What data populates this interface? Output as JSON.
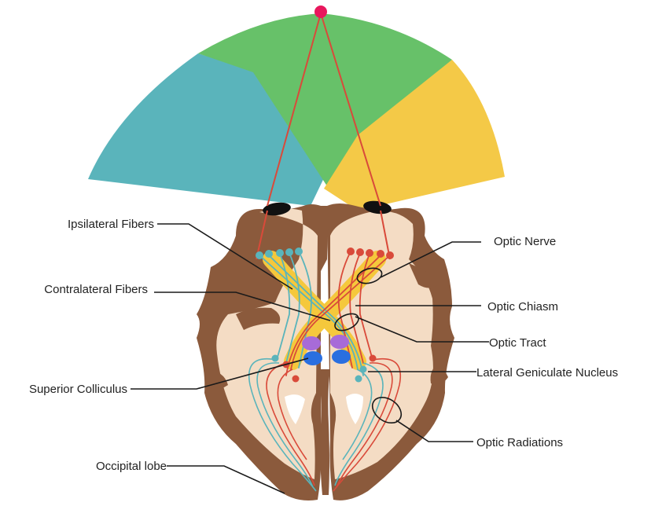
{
  "labels": {
    "ipsilateral_fibers": "Ipsilateral Fibers",
    "contralateral_fibers": "Contralateral Fibers",
    "superior_colliculus": "Superior Colliculus",
    "occipital_lobe": "Occipital lobe",
    "optic_nerve": "Optic Nerve",
    "optic_chiasm": "Optic Chiasm",
    "optic_tract": "Optic Tract",
    "lateral_geniculate_nucleus": "Lateral Geniculate Nucleus",
    "optic_radiations": "Optic Radiations"
  },
  "colors": {
    "left_field": "#5ab4bb",
    "center_field": "#67c169",
    "right_field": "#f4c947",
    "fixation_point": "#e8175d",
    "brain_outer": "#8b5a3c",
    "brain_inner": "#f4dcc4",
    "yellow_fibers": "#f5c83c",
    "teal_fibers": "#5ab4bb",
    "red_fibers": "#d94a3a",
    "colliculus_purple": "#a76bd8",
    "colliculus_blue": "#2a6fe0",
    "eye": "#111111"
  },
  "icons": {
    "fixation": "fixation-point-dot",
    "eyes": "eye-lens-shapes"
  }
}
